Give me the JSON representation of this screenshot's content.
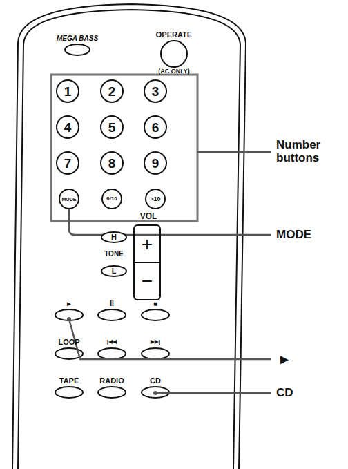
{
  "diagram": {
    "nodes": [
      {
        "text": [
          "1"
        ]
      },
      {
        "text": [
          "2"
        ]
      },
      {
        "text": [
          "3"
        ]
      },
      {
        "text": [
          "4"
        ]
      },
      {
        "text": [
          "5"
        ]
      },
      {
        "text": [
          "6"
        ]
      },
      {
        "text": [
          "7"
        ]
      },
      {
        "text": [
          "8"
        ]
      },
      {
        "text": [
          "9"
        ]
      },
      {
        "text": [
          "MODE"
        ]
      },
      {
        "text": [
          "0/10"
        ]
      },
      {
        "text": [
          ">10"
        ]
      },
      {
        "text": [
          "H"
        ]
      },
      {
        "text": [
          "L"
        ]
      },
      {
        "text": [
          "+",
          "−"
        ]
      }
    ],
    "labels": [
      "MEGA BASS",
      "OPERATE",
      "(AC ONLY)",
      "VOL",
      "TONE",
      "►",
      "II",
      "■",
      "LOOP",
      "|◀◀",
      "▶▶|",
      "TAPE",
      "RADIO",
      "CD",
      "Number buttons",
      "MODE",
      "►",
      "CD"
    ]
  }
}
